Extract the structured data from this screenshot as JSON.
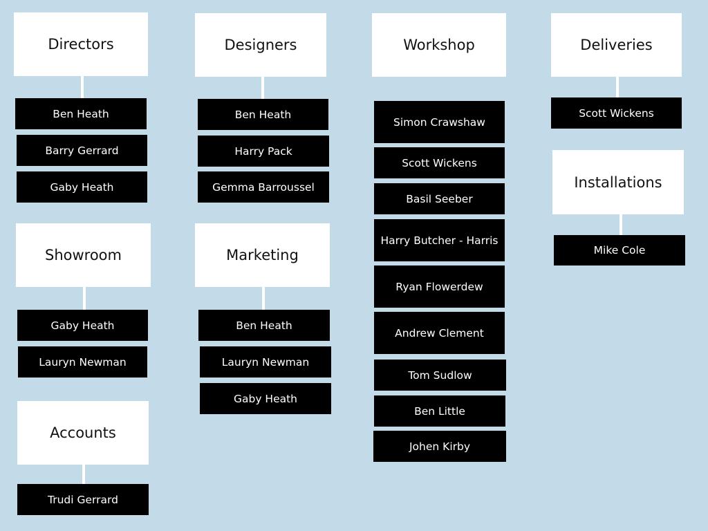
{
  "colors": {
    "background": "#c3dbe9",
    "department_box": "#ffffff",
    "person_box": "#000000",
    "person_text": "#ffffff"
  },
  "departments": [
    {
      "title": "Directors",
      "members": [
        "Ben Heath",
        "Barry Gerrard",
        "Gaby Heath"
      ]
    },
    {
      "title": "Designers",
      "members": [
        "Ben Heath",
        "Harry Pack",
        "Gemma Barroussel"
      ]
    },
    {
      "title": "Workshop",
      "members": [
        "Simon Crawshaw",
        "Scott Wickens",
        "Basil Seeber",
        "Harry Butcher - Harris",
        "Ryan Flowerdew",
        "Andrew Clement",
        "Tom Sudlow",
        "Ben Little",
        "Johen Kirby"
      ]
    },
    {
      "title": "Deliveries",
      "members": [
        "Scott Wickens"
      ]
    },
    {
      "title": "Showroom",
      "members": [
        "Gaby Heath",
        "Lauryn Newman"
      ]
    },
    {
      "title": "Marketing",
      "members": [
        "Ben Heath",
        "Lauryn Newman",
        "Gaby Heath"
      ]
    },
    {
      "title": "Installations",
      "members": [
        "Mike Cole"
      ]
    },
    {
      "title": "Accounts",
      "members": [
        "Trudi Gerrard"
      ]
    }
  ]
}
